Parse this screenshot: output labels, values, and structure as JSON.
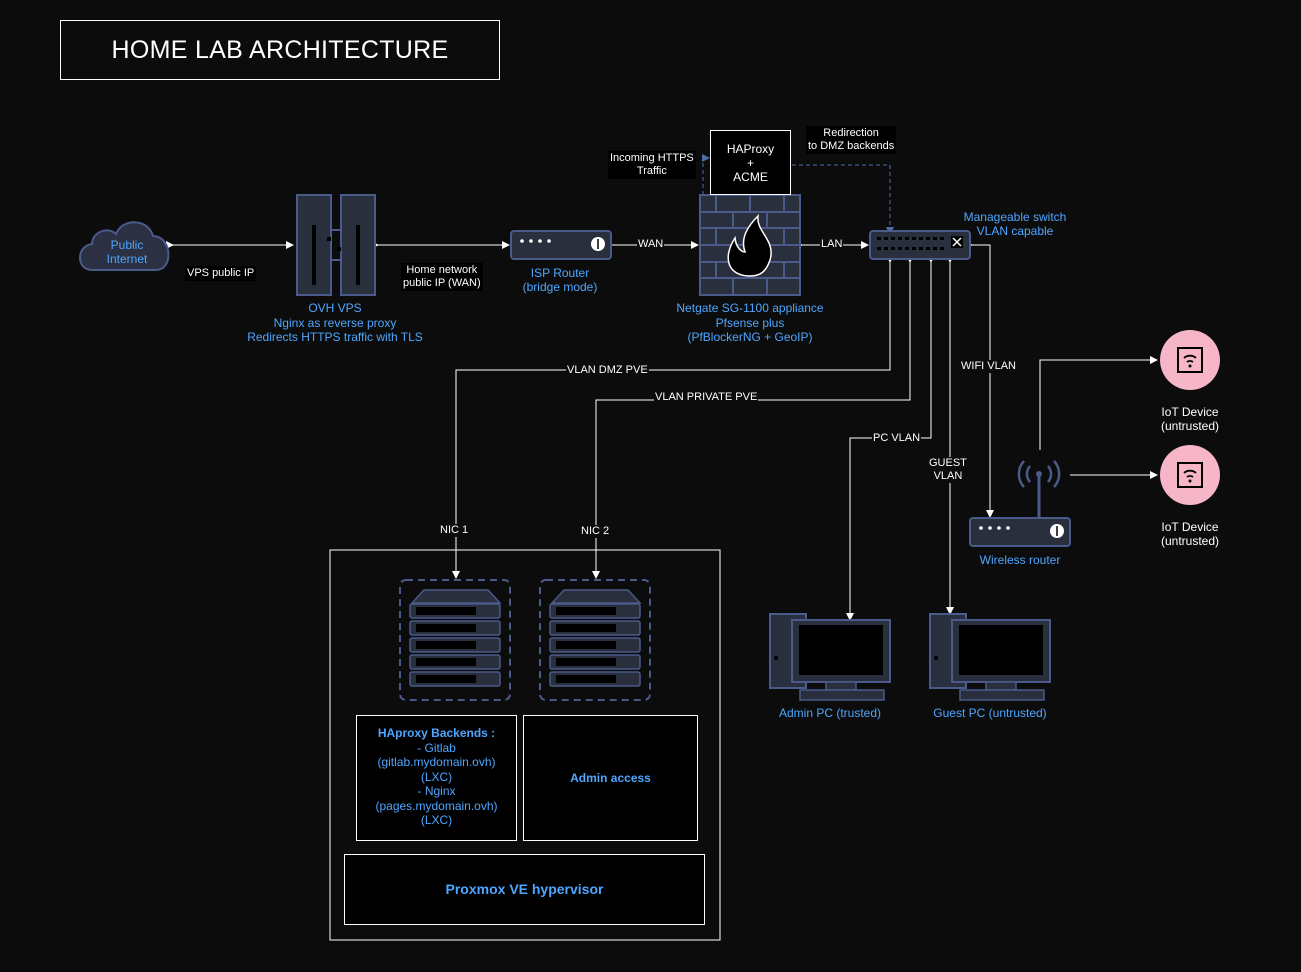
{
  "title": "HOME LAB ARCHITECTURE",
  "colors": {
    "background": "#0c0c0c",
    "node_stroke": "#4a5a8a",
    "node_fill": "#2a2f3e",
    "label_blue": "#4ea6ff",
    "iot_fill": "#f7b5c8",
    "line": "#ffffff",
    "dashed_line": "#4a6fa8"
  },
  "nodes": {
    "internet": {
      "label": "Public\nInternet",
      "icon": "cloud-icon"
    },
    "vps": {
      "label": "OVH VPS\nNginx as reverse proxy\nRedirects HTTPS traffic with TLS",
      "icon": "server-tower-icon"
    },
    "isp_router": {
      "label": "ISP Router\n(bridge mode)",
      "icon": "router-icon"
    },
    "firewall": {
      "label": "Netgate SG-1100 appliance\nPfsense plus\n(PfBlockerNG + GeoIP)",
      "icon": "firewall-icon"
    },
    "haproxy": {
      "label": "HAProxy\n+\nACME"
    },
    "switch": {
      "label": "Manageable switch\nVLAN capable",
      "icon": "switch-icon"
    },
    "wireless_router": {
      "label": "Wireless router",
      "icon": "wireless-router-icon"
    },
    "iot1": {
      "label": "IoT Device\n(untrusted)",
      "icon": "wifi-icon"
    },
    "iot2": {
      "label": "IoT Device\n(untrusted)",
      "icon": "wifi-icon"
    },
    "admin_pc": {
      "label": "Admin PC (trusted)",
      "icon": "desktop-pc-icon"
    },
    "guest_pc": {
      "label": "Guest PC (untrusted)",
      "icon": "desktop-pc-icon"
    },
    "server1": {
      "icon": "rack-server-icon"
    },
    "server2": {
      "icon": "rack-server-icon"
    }
  },
  "edge_labels": {
    "vps_ip": "VPS public IP",
    "home_ip": "Home network\npublic IP (WAN)",
    "wan": "WAN",
    "lan": "LAN",
    "incoming": "Incoming HTTPS\nTraffic",
    "redirection": "Redirection\nto DMZ backends",
    "vlan_dmz": "VLAN DMZ PVE",
    "vlan_private": "VLAN PRIVATE PVE",
    "pc_vlan": "PC VLAN",
    "guest_vlan": "GUEST\nVLAN",
    "wifi_vlan": "WIFI VLAN",
    "nic1": "NIC 1",
    "nic2": "NIC 2"
  },
  "proxmox": {
    "backends_title": "HAproxy Backends :",
    "backends_body": "- Gitlab\n(gitlab.mydomain.ovh)\n(LXC)\n- Nginx\n(pages.mydomain.ovh)\n(LXC)",
    "admin": "Admin access",
    "hypervisor": "Proxmox VE hypervisor"
  }
}
